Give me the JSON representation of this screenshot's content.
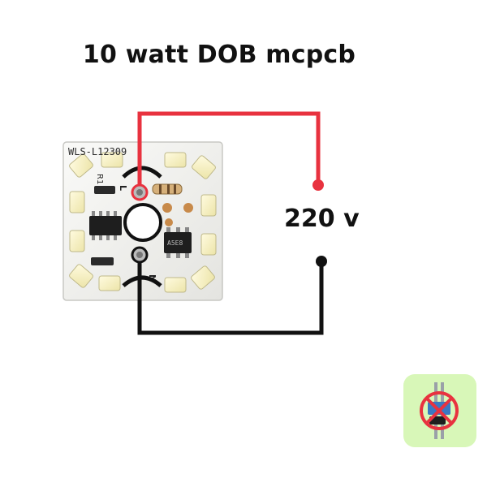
{
  "title": "10 watt DOB mcpcb",
  "voltage_label": "220 v",
  "board": {
    "model": "WLS-L12309",
    "resistor_label": "R1",
    "terminal_live": "L",
    "terminal_neutral": "N",
    "chip_marking": "A5E8"
  },
  "colors": {
    "live_wire": "#e8323f",
    "neutral_wire": "#111111",
    "board": "#f4f4f2",
    "led": "#f7f2cc",
    "badge_bg": "#d8f7b8"
  },
  "icons": {
    "badge": "no-driver-icon"
  }
}
